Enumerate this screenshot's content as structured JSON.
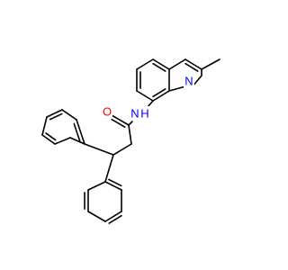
{
  "molecule": {
    "atoms": {
      "oxygen": {
        "symbol": "O",
        "color": "#ff0000"
      },
      "amide_nitrogen": {
        "symbol": "N",
        "color": "#0000ff"
      },
      "amide_hydrogen": {
        "symbol": "H",
        "color": "#0000ff"
      },
      "ring_nitrogen": {
        "symbol": "N",
        "color": "#0000ff"
      }
    },
    "bond_color": "#000000",
    "background": "#ffffff"
  }
}
